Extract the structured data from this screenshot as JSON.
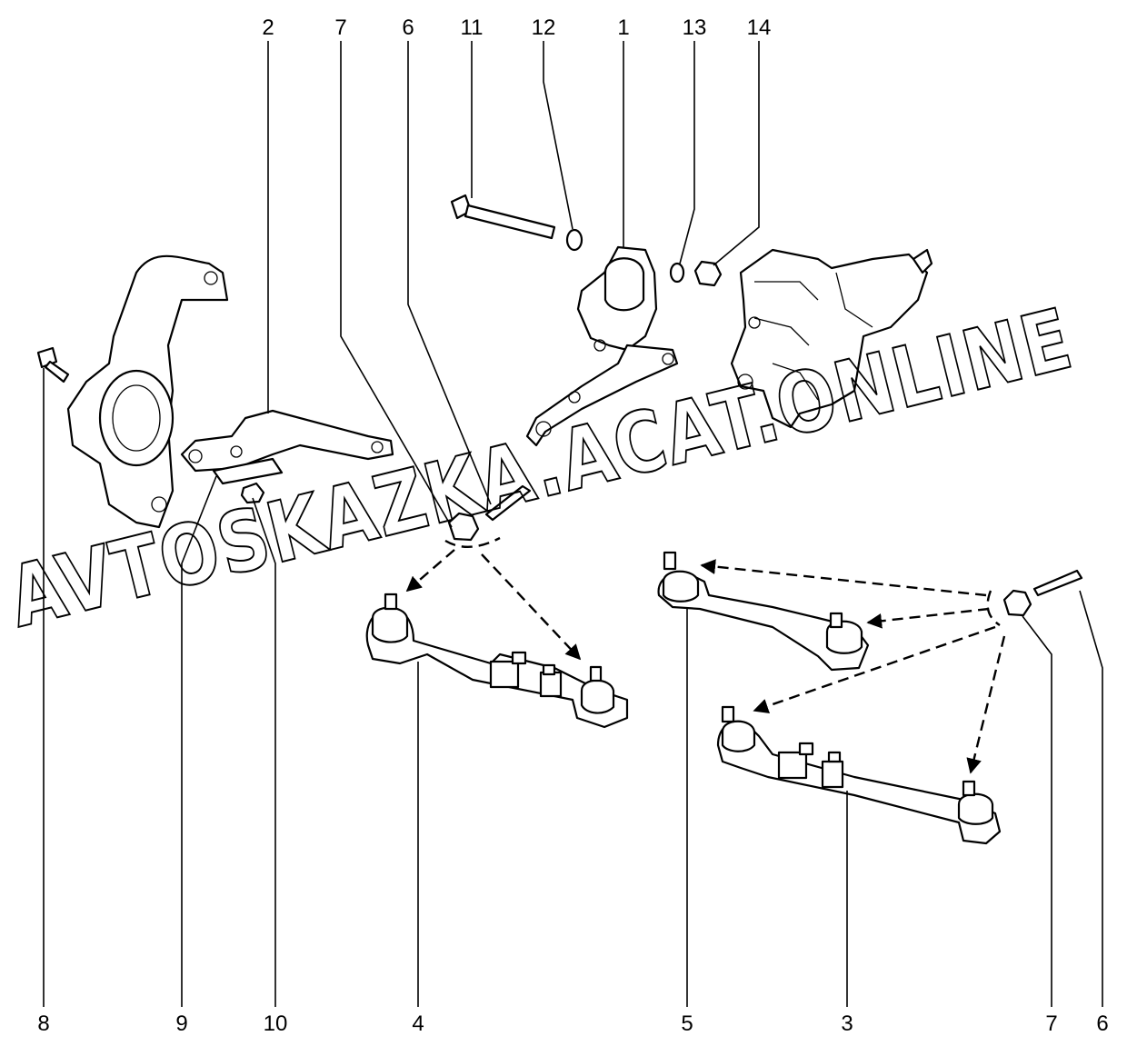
{
  "diagram": {
    "title": "Steering linkage exploded view",
    "watermark": "AVTOSKAZKA.ACAT.ONLINE",
    "callouts_top": [
      "2",
      "7",
      "6",
      "11",
      "12",
      "1",
      "13",
      "14"
    ],
    "callouts_bottom": [
      "8",
      "9",
      "10",
      "4",
      "5",
      "3",
      "7",
      "6"
    ]
  }
}
